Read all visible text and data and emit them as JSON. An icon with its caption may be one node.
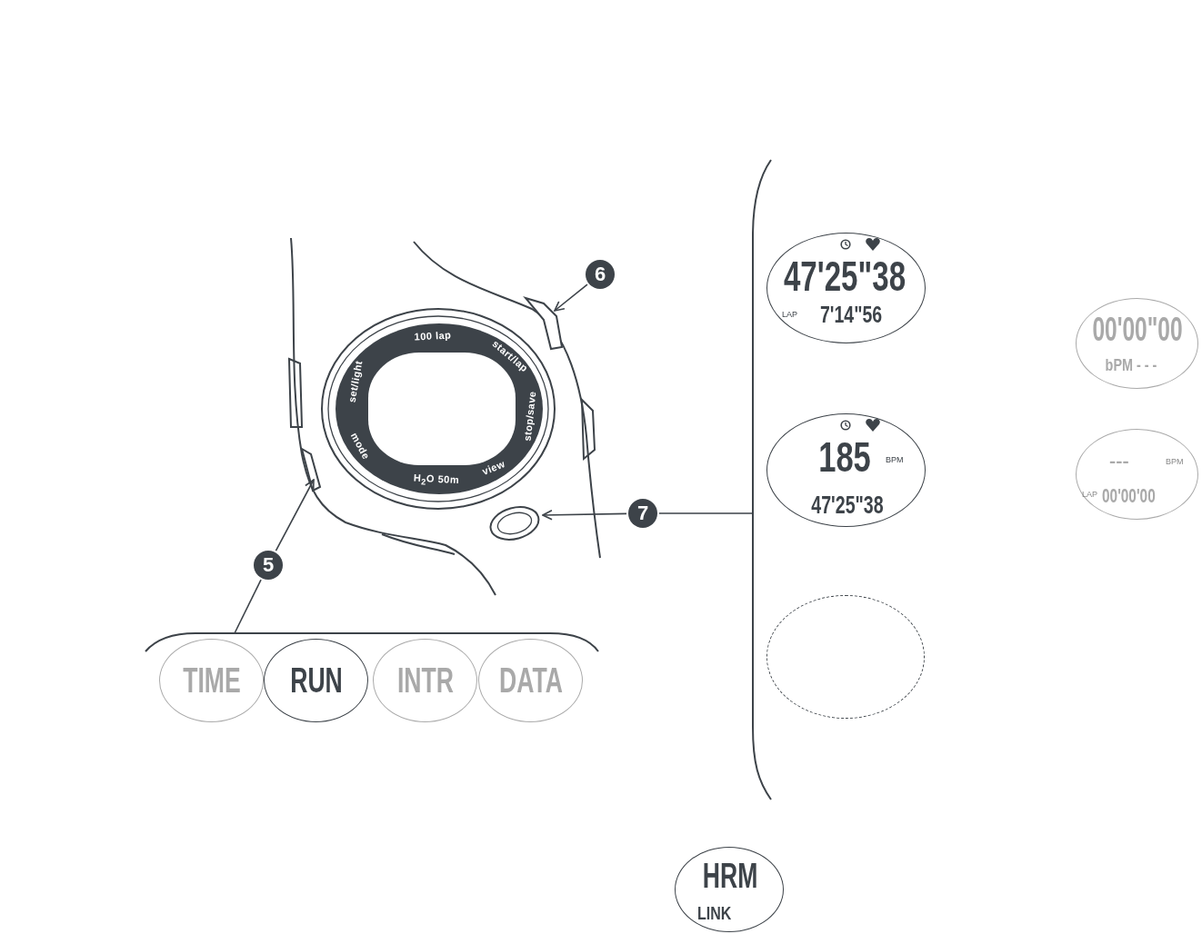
{
  "diagram": {
    "nodes": [
      {
        "text": [
          "6"
        ]
      },
      {
        "text": [],
        "shape": "button"
      },
      {
        "text": [
          "47'25\"38",
          "LAP",
          "7'14\"56"
        ]
      },
      {
        "text": [
          "00'00\"00",
          "bPM - - -"
        ]
      },
      {
        "text": [
          "185",
          "BPM",
          "47'25\"38"
        ]
      },
      {
        "text": [
          "---",
          "BPM",
          "LAP",
          "00'00'00"
        ]
      },
      {
        "text": [
          "7"
        ]
      },
      {
        "text": [],
        "shape": "button"
      },
      {
        "text": [],
        "shape": "bracket"
      },
      {
        "text": [],
        "shape": "button"
      },
      {
        "text": [
          "5"
        ]
      },
      {
        "text": [],
        "shape": "bracket"
      },
      {
        "text": [
          "TIME"
        ]
      },
      {
        "text": [
          "RUN"
        ]
      },
      {
        "text": [
          "INTR"
        ]
      },
      {
        "text": [
          "DATA"
        ]
      },
      {
        "text": [],
        "shape": "oval"
      },
      {
        "text": [
          "HRM",
          "LINK"
        ]
      }
    ],
    "edges": [
      {
        "from": 0,
        "to": 1,
        "arrow": "to"
      },
      {
        "from": 6,
        "to": 7,
        "arrow": "to"
      },
      {
        "from": 6,
        "to": 8,
        "arrow": "none"
      },
      {
        "from": 10,
        "to": 9,
        "arrow": "to"
      },
      {
        "from": 10,
        "to": 11,
        "arrow": "none"
      }
    ],
    "labels": [
      "100 lap",
      "start/lap",
      "stop/save",
      "view",
      "H$_{2}$O 50m",
      "mode",
      "set/light"
    ]
  }
}
